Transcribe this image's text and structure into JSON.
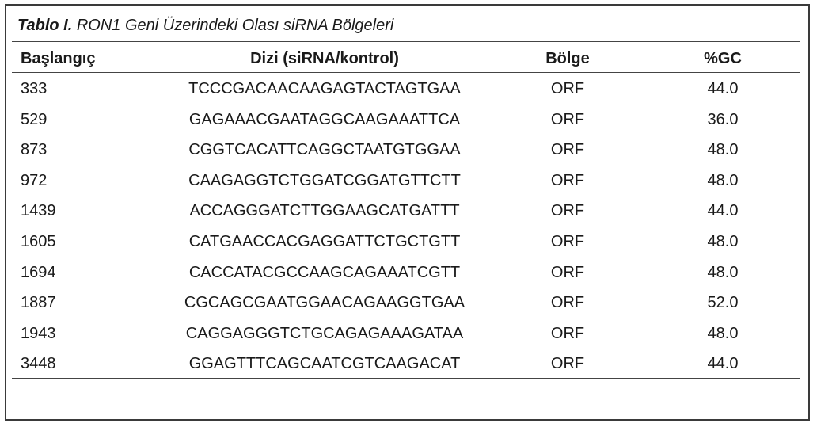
{
  "table": {
    "caption_label": "Tablo I.",
    "caption_text": "RON1 Geni Üzerindeki Olası siRNA Bölgeleri",
    "headers": {
      "start": "Başlangıç",
      "sequence": "Dizi (siRNA/kontrol)",
      "region": "Bölge",
      "gc": "%GC"
    },
    "rows": [
      {
        "start": "333",
        "sequence": "TCCCGACAACAAGAGTACTAGTGAA",
        "region": "ORF",
        "gc": "44.0"
      },
      {
        "start": "529",
        "sequence": "GAGAAACGAATAGGCAAGAAATTCA",
        "region": "ORF",
        "gc": "36.0"
      },
      {
        "start": "873",
        "sequence": "CGGTCACATTCAGGCTAATGTGGAA",
        "region": "ORF",
        "gc": "48.0"
      },
      {
        "start": "972",
        "sequence": "CAAGAGGTCTGGATCGGATGTTCTT",
        "region": "ORF",
        "gc": "48.0"
      },
      {
        "start": "1439",
        "sequence": "ACCAGGGATCTTGGAAGCATGATTT",
        "region": "ORF",
        "gc": "44.0"
      },
      {
        "start": "1605",
        "sequence": "CATGAACCACGAGGATTCTGCTGTT",
        "region": "ORF",
        "gc": "48.0"
      },
      {
        "start": "1694",
        "sequence": "CACCATACGCCAAGCAGAAATCGTT",
        "region": "ORF",
        "gc": "48.0"
      },
      {
        "start": "1887",
        "sequence": "CGCAGCGAATGGAACAGAAGGTGAA",
        "region": "ORF",
        "gc": "52.0"
      },
      {
        "start": "1943",
        "sequence": "CAGGAGGGTCTGCAGAGAAAGATAA",
        "region": "ORF",
        "gc": "48.0"
      },
      {
        "start": "3448",
        "sequence": "GGAGTTTCAGCAATCGTCAAGACAT",
        "region": "ORF",
        "gc": "44.0"
      }
    ]
  }
}
